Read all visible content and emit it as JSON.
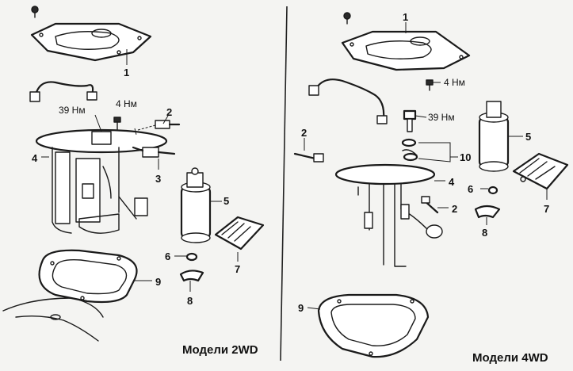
{
  "left_panel": {
    "model_label": "Модели 2WD",
    "torques": [
      "4 Нм",
      "39 Нм"
    ],
    "callouts": [
      "1",
      "2",
      "3",
      "4",
      "5",
      "6",
      "7",
      "8",
      "9"
    ]
  },
  "right_panel": {
    "model_label": "Модели 4WD",
    "torques": [
      "4 Нм",
      "39 Нм"
    ],
    "callouts": [
      "1",
      "2",
      "2",
      "4",
      "5",
      "6",
      "7",
      "8",
      "9",
      "10"
    ]
  }
}
